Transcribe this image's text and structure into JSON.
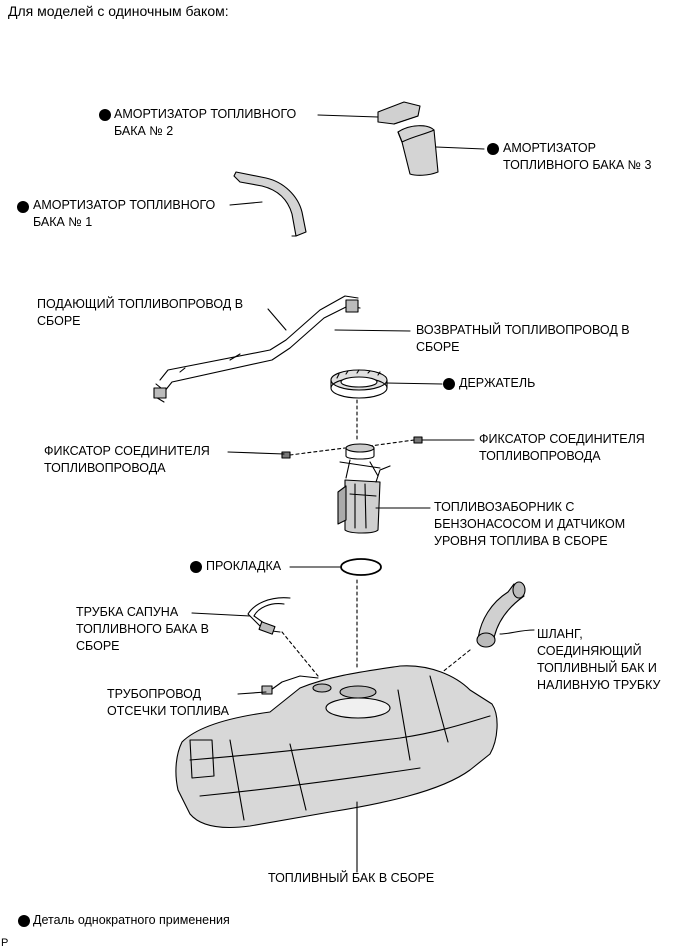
{
  "header": "Для моделей с одиночным баком:",
  "labels": {
    "insulator2": "АМОРТИЗАТОР ТОПЛИВНОГО\nБАКА № 2",
    "insulator3": "АМОРТИЗАТОР\nТОПЛИВНОГО БАКА № 3",
    "insulator1": "АМОРТИЗАТОР ТОПЛИВНОГО\nБАКА № 1",
    "supply_pipe": "ПОДАЮЩИЙ ТОПЛИВОПРОВОД В\nСБОРЕ",
    "return_pipe": "ВОЗВРАТНЫЙ ТОПЛИВОПРОВОД В\nСБОРЕ",
    "retainer": "ДЕРЖАТЕЛЬ",
    "clip_left": "ФИКСАТОР СОЕДИНИТЕЛЯ\nТОПЛИВОПРОВОДА",
    "clip_right": "ФИКСАТОР СОЕДИНИТЕЛЯ\nТОПЛИВОПРОВОДА",
    "pump_assy": "ТОПЛИВОЗАБОРНИК С\nБЕНЗОНАСОСОМ И ДАТЧИКОМ\nУРОВНЯ ТОПЛИВА В СБОРЕ",
    "gasket": "ПРОКЛАДКА",
    "breather_tube": "ТРУБКА САПУНА\nТОПЛИВНОГО БАКА В\nСБОРЕ",
    "filler_hose": "ШЛАНГ,\nСОЕДИНЯЮЩИЙ\nТОПЛИВНЫЙ БАК И\nНАЛИВНУЮ ТРУБКУ",
    "cutoff_pipe": "ТРУБОПРОВОД\nОТСЕЧКИ ТОПЛИВА",
    "tank_assy": "ТОПЛИВНЫЙ БАК В СБОРЕ"
  },
  "legend": "Деталь однократного применения",
  "corner_mark": "P"
}
